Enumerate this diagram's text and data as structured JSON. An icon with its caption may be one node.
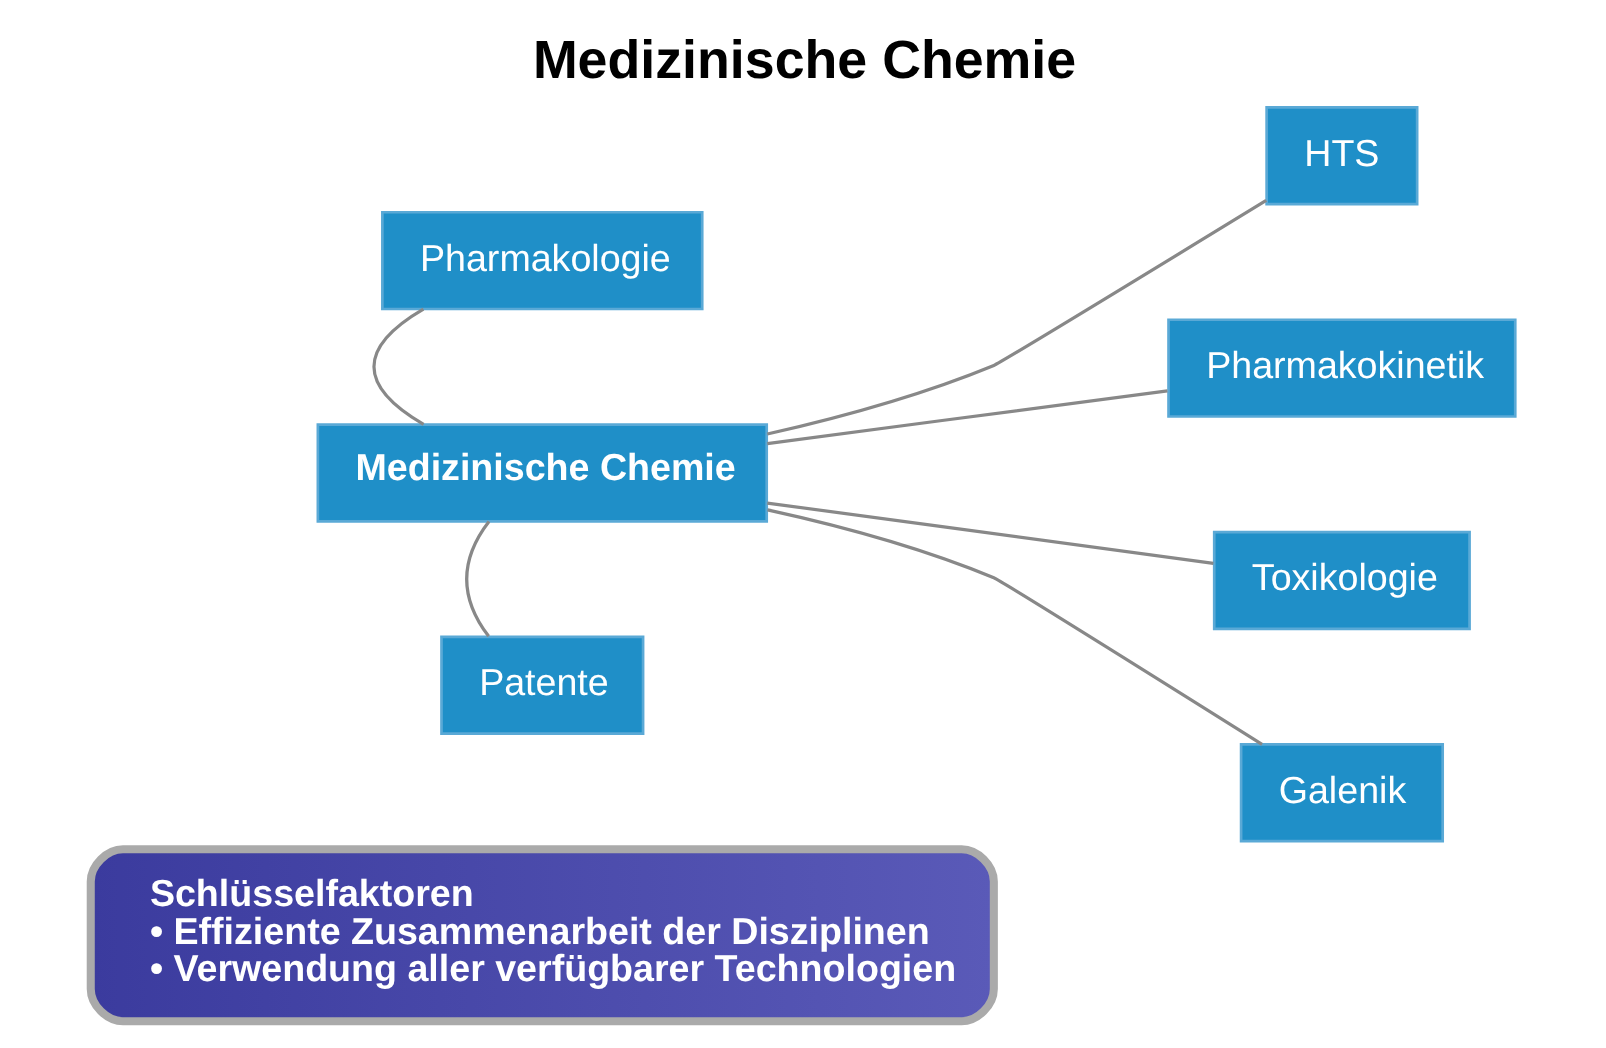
{
  "diagram": {
    "title": "Medizinische Chemie",
    "nodes": [
      {
        "text": [
          "Pharmakologie"
        ]
      },
      {
        "text": [
          "HTS"
        ]
      },
      {
        "text": [
          "Pharmakokinetik"
        ]
      },
      {
        "text": [
          "Medizinische Chemie"
        ]
      },
      {
        "text": [
          "Toxikologie"
        ]
      },
      {
        "text": [
          "Galenik"
        ]
      },
      {
        "text": [
          "Patente"
        ]
      },
      {
        "text": [
          "Schlüsselfaktoren",
          "• Effiziente Zusammenarbeit der Disziplinen",
          "• Verwendung aller verfügbarer Technologien"
        ]
      }
    ],
    "edges": [
      {
        "from": 3,
        "to": 0,
        "arrow": "none"
      },
      {
        "from": 3,
        "to": 1,
        "arrow": "none"
      },
      {
        "from": 3,
        "to": 2,
        "arrow": "none"
      },
      {
        "from": 3,
        "to": 4,
        "arrow": "none"
      },
      {
        "from": 3,
        "to": 5,
        "arrow": "none"
      },
      {
        "from": 3,
        "to": 6,
        "arrow": "none"
      }
    ]
  }
}
